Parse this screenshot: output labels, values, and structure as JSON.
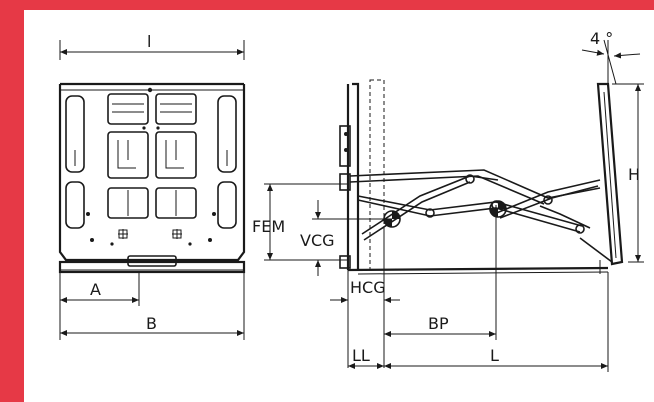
{
  "colors": {
    "accent": "#e63946",
    "line": "#1a1a1a",
    "background": "#ffffff"
  },
  "labels": {
    "l": "l",
    "a": "A",
    "b": "B",
    "fem": "FEM",
    "vcg": "VCG",
    "hcg": "HCG",
    "bp": "BP",
    "ll": "LL",
    "big_l": "L",
    "h": "H",
    "angle": "4 °"
  }
}
